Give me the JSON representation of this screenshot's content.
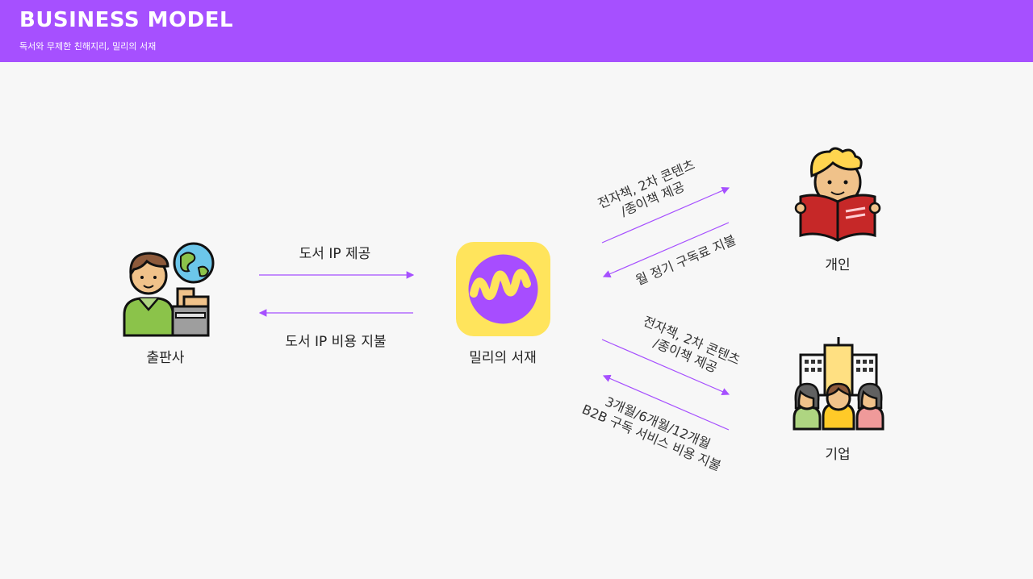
{
  "header": {
    "title": "BUSINESS MODEL",
    "subtitle": "독서와 무제한 친해지리, 밀리의 서재"
  },
  "nodes": {
    "publisher": "출판사",
    "millie": "밀리의 서재",
    "individual": "개인",
    "company": "기업"
  },
  "edges": {
    "ip_provide": "도서 IP 제공",
    "ip_fee": "도서 IP 비용 지불",
    "ind_content_1": "전자책, 2차 콘텐츠",
    "ind_content_2": "/종이책 제공",
    "ind_fee": "월 정기 구독료 지불",
    "corp_content_1": "전자책, 2차 콘텐츠",
    "corp_content_2": "/종이책 제공",
    "corp_fee_1": "3개월/6개월/12개월",
    "corp_fee_2": "B2B 구독 서비스 비용 지불"
  },
  "colors": {
    "header": "#a650ff",
    "arrow": "#a650ff",
    "logo_bg": "#ffe45c",
    "logo_circle": "#a74dff"
  }
}
